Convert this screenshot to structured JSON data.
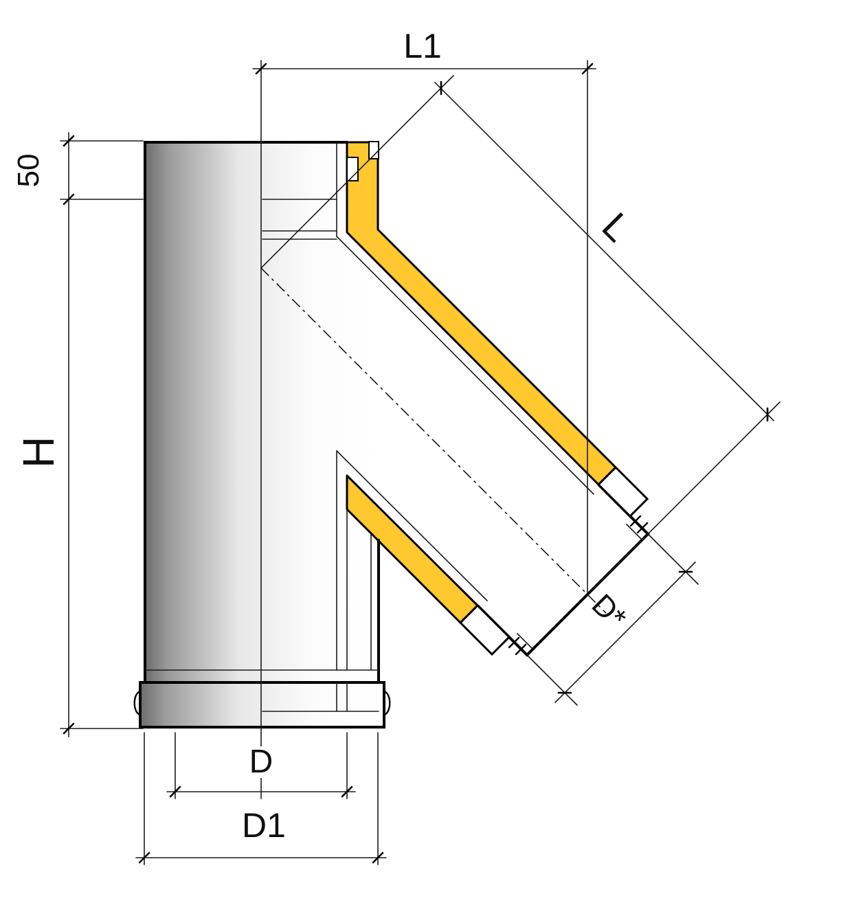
{
  "dimension_labels": {
    "socket_height": "50",
    "height": "H",
    "branch_projection": "L1",
    "branch_length": "L",
    "branch_end_diameter": "D*",
    "inner_diameter": "D",
    "outer_diameter": "D1"
  },
  "colors": {
    "insulation": "#ffc82e",
    "line": "#000000",
    "background": "#ffffff"
  }
}
